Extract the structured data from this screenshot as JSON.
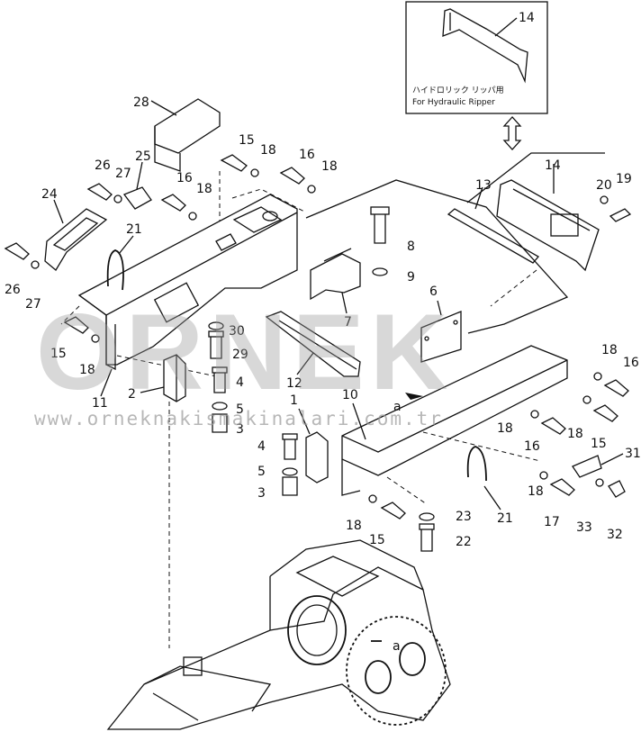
{
  "diagram": {
    "inset_note_line1": "ハイドロリック リッパ用",
    "inset_note_line2": "For Hydraulic Ripper",
    "detail_marker": "a",
    "part_labels": {
      "p14_inset": "14",
      "p28": "28",
      "p15a": "15",
      "p18a": "18",
      "p16a": "16",
      "p18b": "18",
      "p26a": "26",
      "p27a": "27",
      "p25": "25",
      "p16b": "16",
      "p18c": "18",
      "p14": "14",
      "p13": "13",
      "p20": "20",
      "p19": "19",
      "p24": "24",
      "p21a": "21",
      "p8": "8",
      "p9": "9",
      "p26b": "26",
      "p27b": "27",
      "p7": "7",
      "p6": "6",
      "p15b": "15",
      "p18d": "18",
      "p30": "30",
      "p29": "29",
      "p12": "12",
      "p2": "2",
      "p4a": "4",
      "p5a": "5",
      "p3a": "3",
      "p11": "11",
      "p1": "1",
      "p10": "10",
      "p18e": "18",
      "p16c": "16",
      "p18f": "18",
      "p16d": "16",
      "p18g": "18",
      "p15c": "15",
      "p4b": "4",
      "p5b": "5",
      "p3b": "3",
      "p31": "31",
      "p18h": "18",
      "p17": "17",
      "p33": "33",
      "p32": "32",
      "p21b": "21",
      "p18i": "18",
      "p15d": "15",
      "p23": "23",
      "p22": "22"
    }
  },
  "watermark": {
    "brand": "ORNEK",
    "url": "www.orneknakismakinalari.com.tr"
  }
}
